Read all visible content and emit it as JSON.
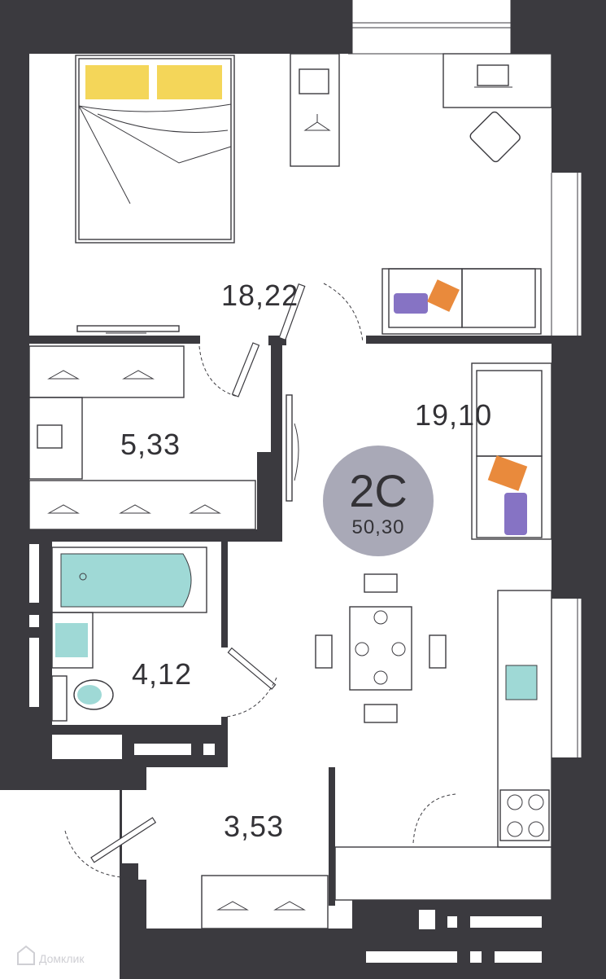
{
  "apartment": {
    "type_code": "2С",
    "total_area": "50,30"
  },
  "rooms": [
    {
      "id": "bedroom",
      "area": "18,22"
    },
    {
      "id": "living-kitchen",
      "area": "19,10"
    },
    {
      "id": "wardrobe",
      "area": "5,33"
    },
    {
      "id": "bathroom",
      "area": "4,12"
    },
    {
      "id": "hallway",
      "area": "3,53"
    }
  ],
  "watermark": "Домклик",
  "colors": {
    "wall": "#3b3a3f",
    "badge": "#a9a9b7",
    "pillow": "#f2cf3c",
    "cushion_orange": "#e98a3c",
    "cushion_purple": "#8673c4",
    "water": "#9fd9d6"
  }
}
